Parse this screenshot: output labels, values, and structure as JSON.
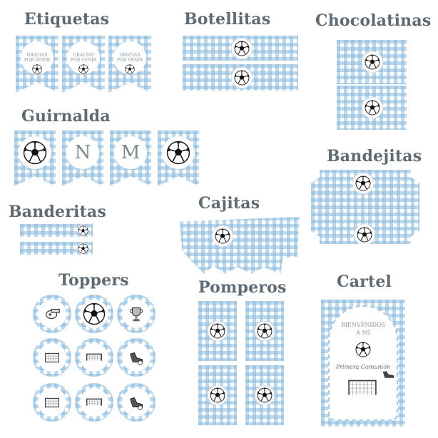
{
  "sections": {
    "etiquetas": "Etiquetas",
    "botellitas": "Botellitas",
    "chocolatinas": "Chocolatinas",
    "guirnalda": "Guirnalda",
    "bandejitas": "Bandejitas",
    "banderitas": "Banderitas",
    "cajitas": "Cajitas",
    "toppers": "Toppers",
    "pomperos": "Pomperos",
    "cartel": "Cartel"
  },
  "etiquetas": {
    "label_line1": "GRACIAS",
    "label_line2": "POR VENIR"
  },
  "guirnalda": {
    "letters": [
      "N",
      "M"
    ]
  },
  "cartel": {
    "line1": "BIENVENIDOS",
    "line2": "A MI",
    "script": "Primera Comunión"
  },
  "toppers": {
    "icons": [
      "whistle-icon",
      "soccer-ball-icon",
      "trophy-icon",
      "goal-net-icon",
      "goal-icon",
      "cleats-icon",
      "goal-net-icon",
      "goal-icon",
      "cleats-icon"
    ]
  },
  "colors": {
    "gingham_blue": "#87b9dc",
    "title_gray": "#5f6a72"
  }
}
